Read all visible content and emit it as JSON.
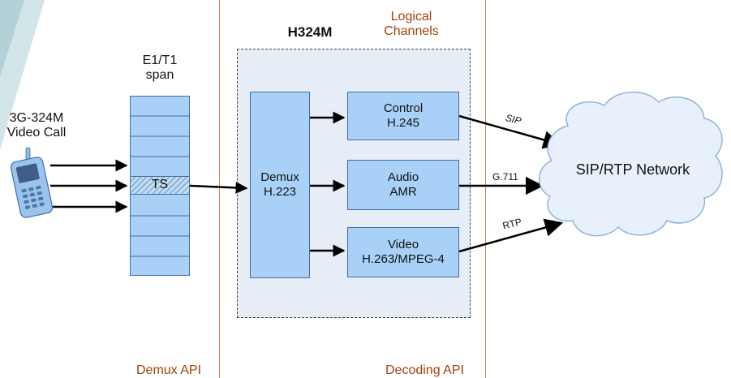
{
  "phone_label": [
    "3G-324M",
    "Video Call"
  ],
  "span_label": [
    "E1/T1",
    "span"
  ],
  "ts_label": "TS",
  "h324m_title": "H324M",
  "logical_channels_label": [
    "Logical",
    "Channels"
  ],
  "demux_box": [
    "Demux",
    "H.223"
  ],
  "control_box": [
    "Control",
    "H.245"
  ],
  "audio_box": [
    "Audio",
    "AMR"
  ],
  "video_box": [
    "Video",
    "H.263/MPEG-4"
  ],
  "sip_label": "SIP",
  "g711_label": "G.711",
  "rtp_label": "RTP",
  "network_label": "SIP/RTP Network",
  "demux_api_label": "Demux API",
  "decoding_api_label": "Decoding API",
  "colors": {
    "box_fill": "#a9d1f7",
    "box_border": "#3e6fa8",
    "panel_fill": "#e6edf6",
    "divider": "#c9805e",
    "api_text": "#a0420d",
    "cloud_fill": "#e8f1fb"
  }
}
